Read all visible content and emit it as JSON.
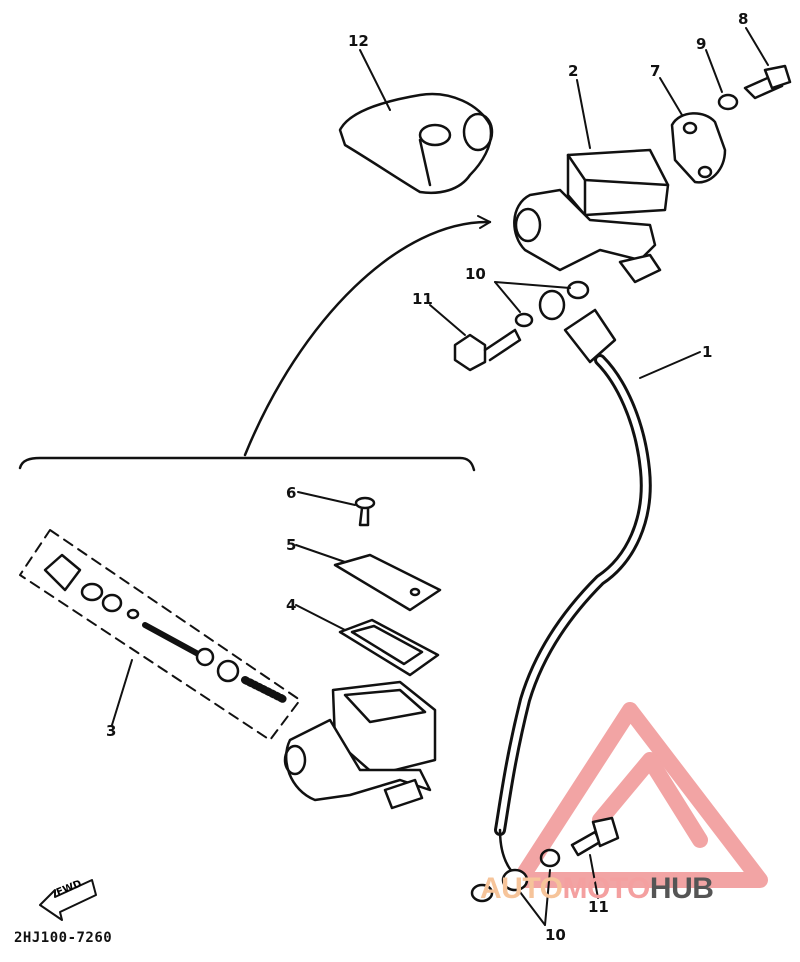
{
  "diagram": {
    "part_code": "2HJ100-7260",
    "fwd_label": "FWD",
    "callouts": {
      "c1": "1",
      "c2": "2",
      "c3": "3",
      "c4": "4",
      "c5": "5",
      "c6": "6",
      "c7": "7",
      "c8": "8",
      "c9": "9",
      "c10a": "10",
      "c10b": "10",
      "c11a": "11",
      "c11b": "11",
      "c12": "12"
    }
  },
  "watermark": {
    "part1": "AUTO",
    "part2": "MOTO",
    "part3": "HUB",
    "logo_color": "#e85a5a"
  }
}
